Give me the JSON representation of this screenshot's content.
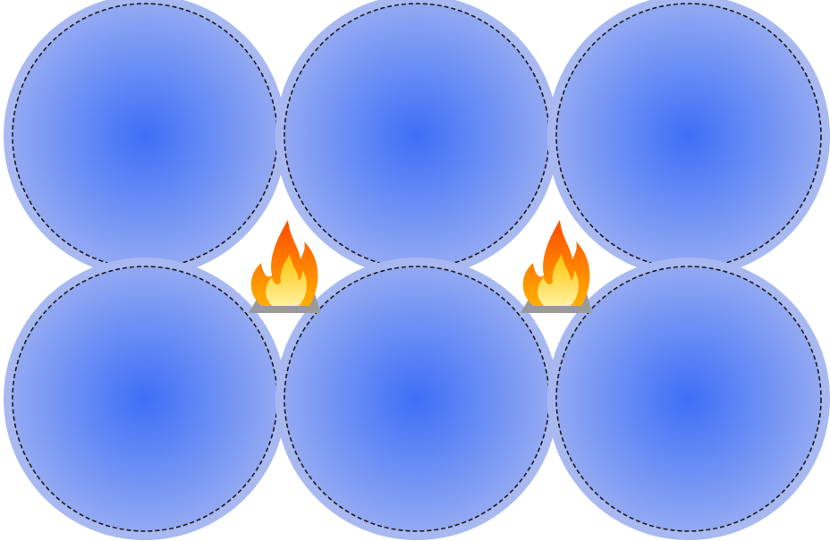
{
  "diagram": {
    "layout": {
      "rows": 2,
      "columns": 3
    },
    "circles": [
      {
        "row": 0,
        "col": 0
      },
      {
        "row": 0,
        "col": 1
      },
      {
        "row": 0,
        "col": 2
      },
      {
        "row": 1,
        "col": 0
      },
      {
        "row": 1,
        "col": 1
      },
      {
        "row": 1,
        "col": 2
      }
    ],
    "circle_style": {
      "rim_color": "#a8b9f2",
      "fill_center_color": "#3f6ff6",
      "fill_mid_color": "#6b8ff5",
      "fill_edge_color": "#93a9f3",
      "dash_color": "#1a1a1a",
      "dashed_outline": true
    },
    "flames": [
      {
        "between_columns": [
          0,
          1
        ],
        "icon": "flame-icon"
      },
      {
        "between_columns": [
          1,
          2
        ],
        "icon": "flame-icon"
      }
    ],
    "flame_style": {
      "outer_color": "#ff6a00",
      "inner_color": "#ffd21a",
      "base_color": "#9a9a9a"
    }
  }
}
